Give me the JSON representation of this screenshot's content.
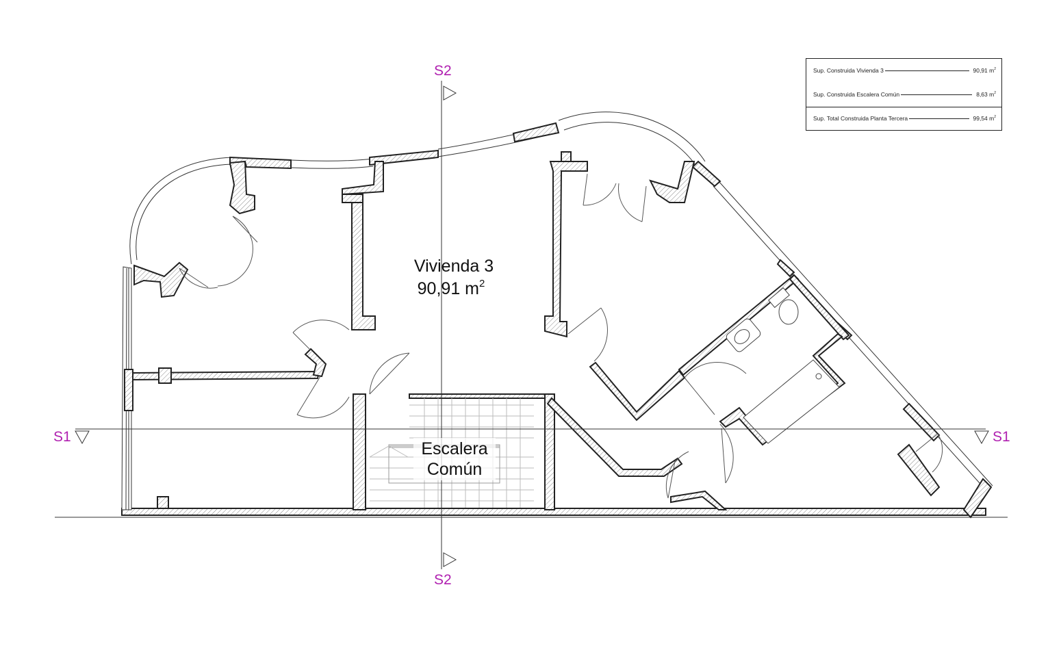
{
  "legend": {
    "rows": [
      {
        "label": "Sup. Construida Vivienda 3",
        "value": "90,91 m",
        "unit_sup": "2"
      },
      {
        "label": "Sup. Construida Escalera Común",
        "value": "8,63 m",
        "unit_sup": "2"
      },
      {
        "label": "Sup. Total Construida Planta Tercera",
        "value": "99,54 m",
        "unit_sup": "2"
      }
    ]
  },
  "rooms": {
    "vivienda": {
      "name": "Vivienda 3",
      "area": "90,91 m",
      "area_sup": "2"
    },
    "escalera": {
      "line1": "Escalera",
      "line2": "Común"
    }
  },
  "sections": {
    "s1_left": "S1",
    "s1_right": "S1",
    "s2_top": "S2",
    "s2_bottom": "S2"
  },
  "colors": {
    "section_label": "#b020b0",
    "wall_stroke": "#222222"
  }
}
